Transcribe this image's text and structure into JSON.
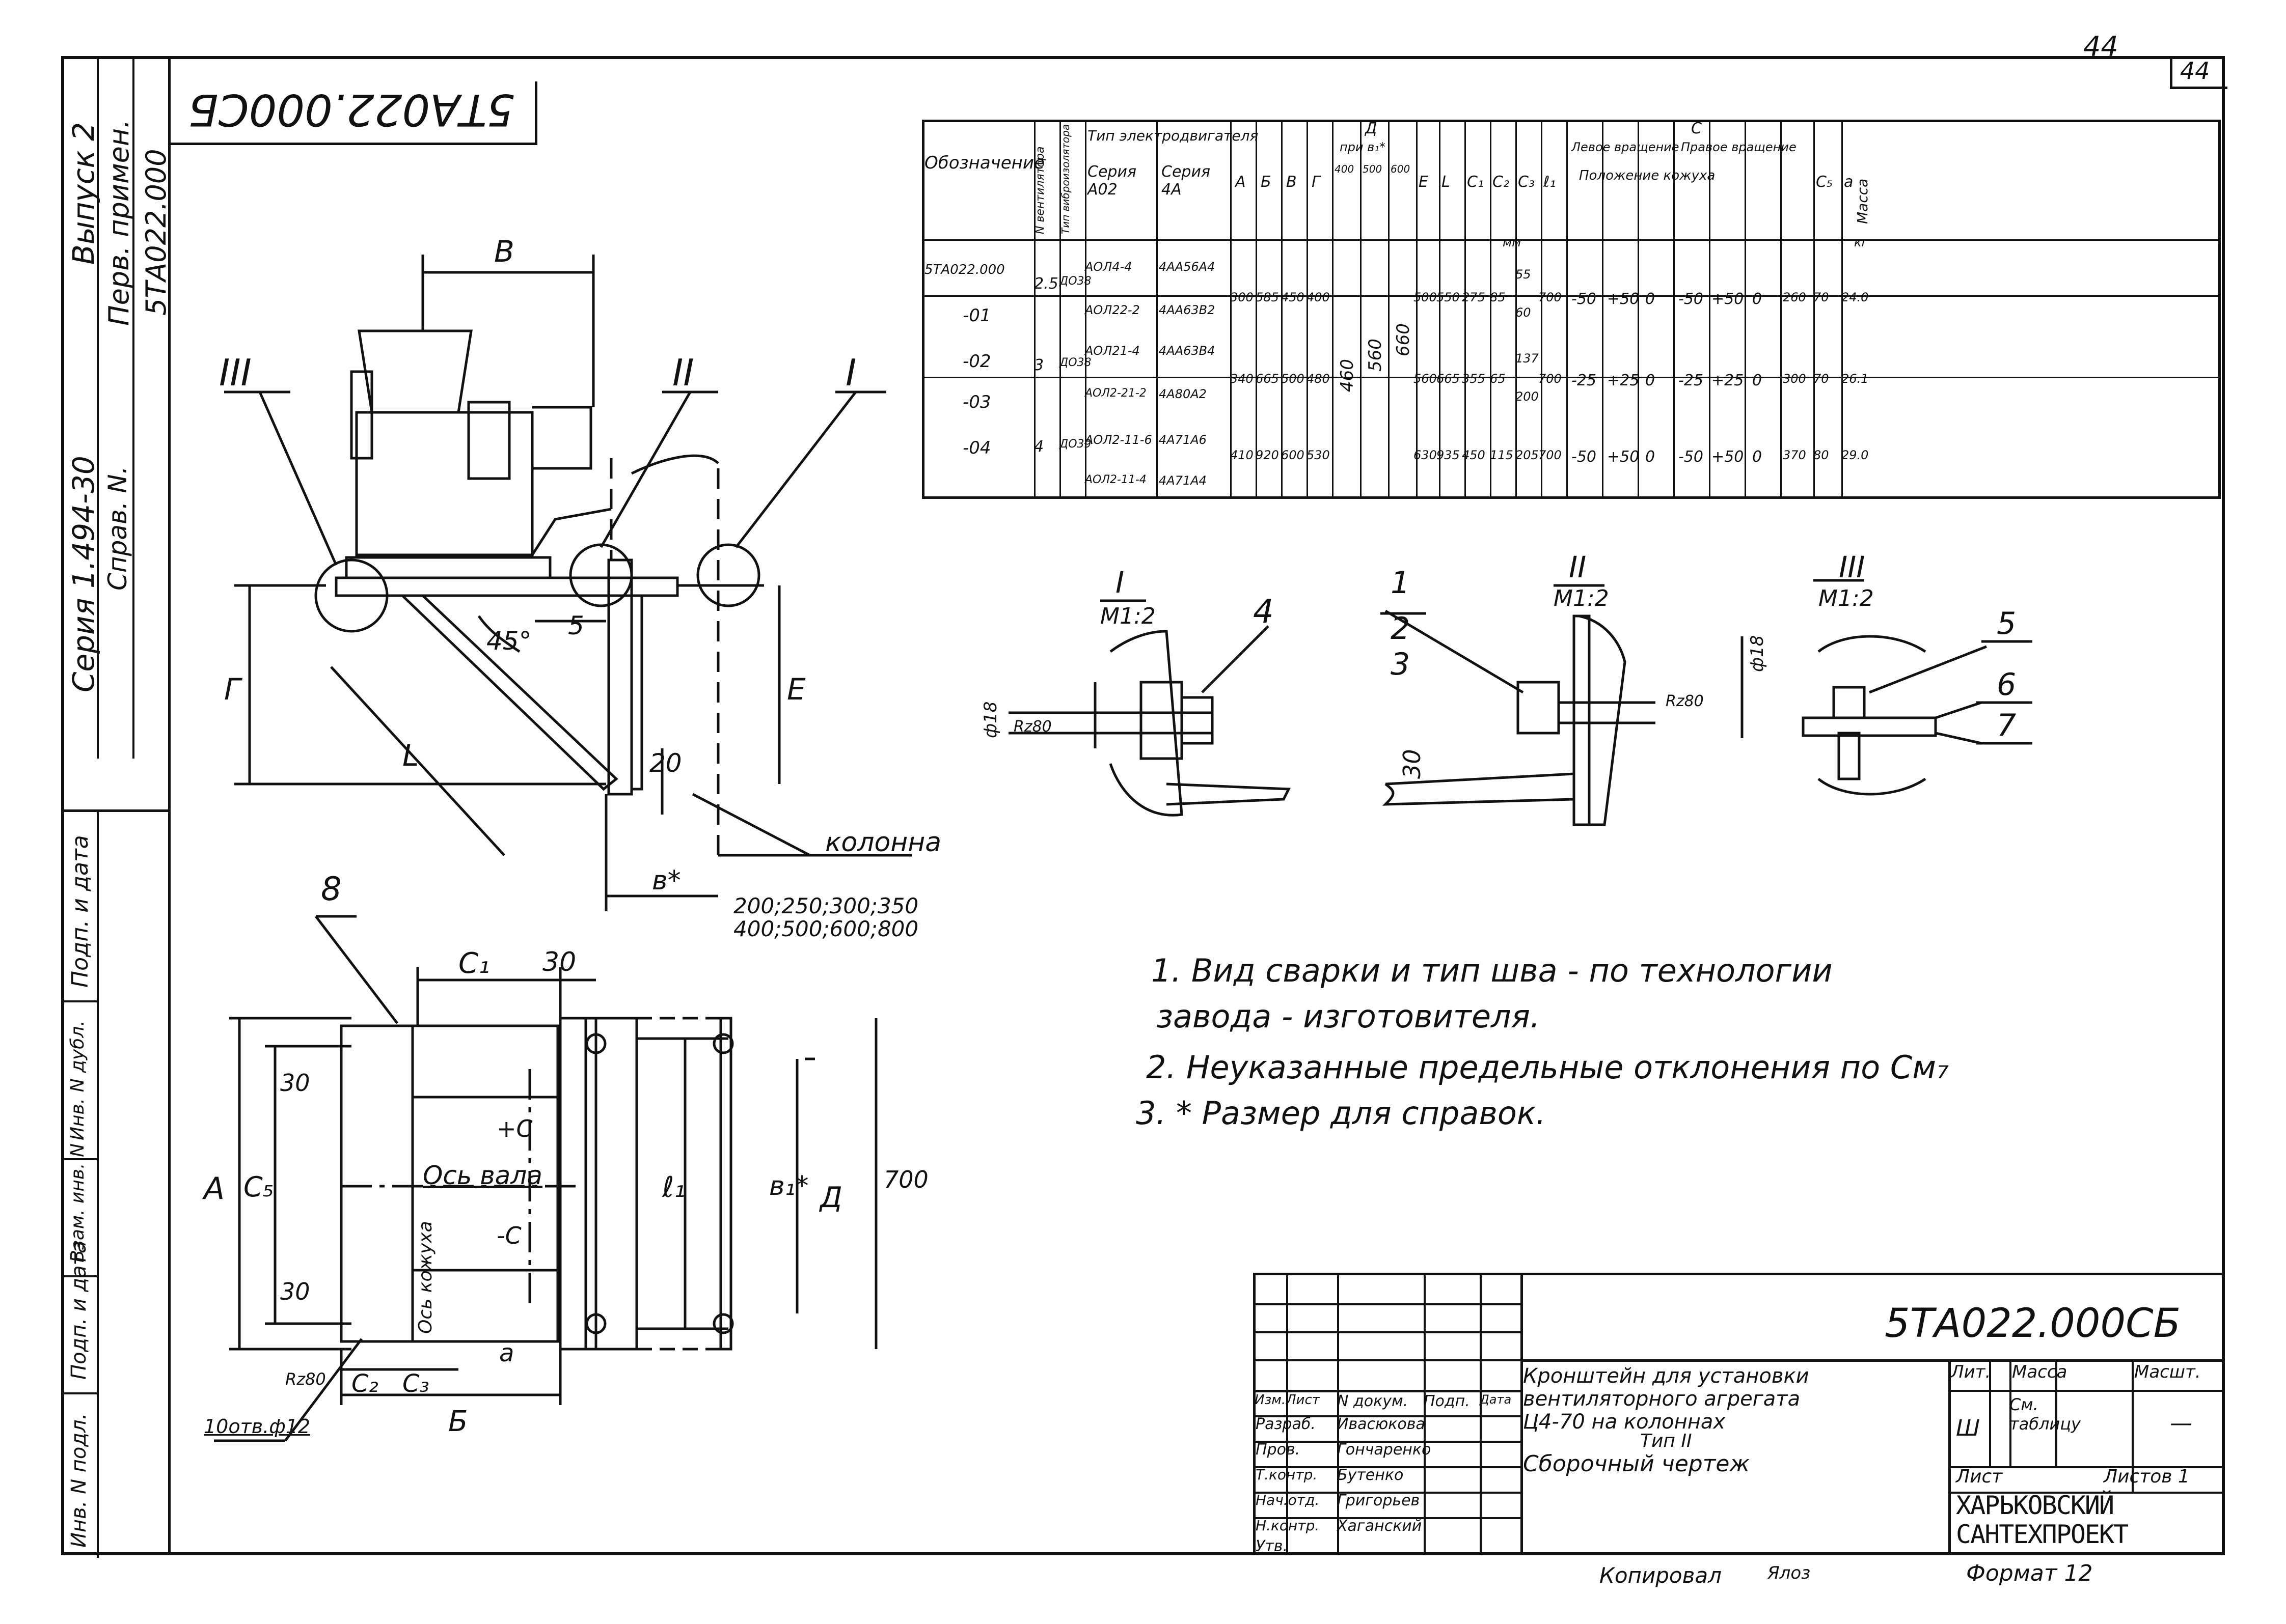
{
  "sheet_number": "44",
  "sheet_number_handwritten": "44",
  "drawing_code": "5ТА022.000СБ",
  "drawing_code_mirrored": "5ТА022.000СБ",
  "side_strip": {
    "release": "Выпуск 2",
    "first_use_label": "Перв. примен.",
    "first_use_value": "5ТА022.000",
    "series": "Серия 1.494-30",
    "ref_label": "Справ. N.",
    "sign_date_1": "Подп. и дата",
    "inv_dubl": "Инв. N дубл.",
    "vzam_inv": "Взам. инв. N",
    "sign_date_2": "Подп. и дата",
    "inv_orig": "Инв. N подл."
  },
  "views": {
    "main": {
      "dim_B": "В",
      "dim_G": "Г",
      "dim_E": "Е",
      "dim_L": "L",
      "angle": "45°",
      "dim_5": "5",
      "dim_20": "20",
      "dim_b": "в*",
      "column_label": "колонна",
      "column_sizes_1": "200;250;300;350",
      "column_sizes_2": "400;500;600;800",
      "callout_III": "III",
      "callout_II": "II",
      "callout_I": "I"
    },
    "plan": {
      "callout_8": "8",
      "dim_C1": "С₁",
      "dim_30_top": "30",
      "dim_A": "А",
      "dim_C5": "С₅",
      "dim_30_a": "30",
      "dim_30_b": "30",
      "axis_label": "Ось вала",
      "axis_casing": "Ось кожуха",
      "dim_plus_c": "+С",
      "dim_minus_c": "-С",
      "dim_l1": "ℓ₁",
      "dim_b1": "в₁*",
      "dim_D": "Д",
      "dim_700": "700",
      "dim_C2": "С₂",
      "dim_C3": "С₃",
      "dim_a": "а",
      "dim_B": "Б",
      "rz": "Rz80",
      "holes": "10отв.ф12"
    },
    "detail_I": {
      "title": "I",
      "scale": "М1:2",
      "callout": "4",
      "dia": "ф18",
      "rz": "Rz80"
    },
    "detail_II": {
      "title": "II",
      "scale": "М1:2",
      "c1": "1",
      "c2": "2",
      "c3": "3",
      "dia": "ф18",
      "rz": "Rz80",
      "dim": "30"
    },
    "detail_III": {
      "title": "III",
      "scale": "М1:2",
      "c5": "5",
      "c6": "6",
      "c7": "7"
    }
  },
  "spec_table": {
    "headers": {
      "designation": "Обозначение",
      "fan": "N вентилятора",
      "isolator": "Тип виброизолятора",
      "motor_type": "Тип электродвигателя",
      "series_a02": "Серия А02",
      "series_4a": "Серия 4А",
      "A": "А",
      "B": "Б",
      "V": "В",
      "G": "Г",
      "D": "Д",
      "D_sub": "при в₁*",
      "D400": "400",
      "D500": "500",
      "D600": "600",
      "E": "Е",
      "L": "L",
      "C1": "С₁",
      "C2": "С₂",
      "C3": "С₃",
      "l1": "ℓ₁",
      "C": "С",
      "left_rot": "Левое вращение",
      "right_rot": "Правое вращение",
      "casing_pos": "Положение кожуха",
      "C5": "С₅",
      "a": "а",
      "mass": "Масса",
      "mm": "мм",
      "kg": "кг"
    },
    "rows": [
      {
        "des": "5ТА022.000",
        "fan": "2.5",
        "iso": "ДО38",
        "a02": "АОЛ4-4",
        "s4a": "4АА56А4",
        "A": "300",
        "B": "585",
        "V": "450",
        "G": "400",
        "E": "500",
        "L": "550",
        "C1": "275",
        "C2": "85",
        "C3": "55",
        "l1": "700",
        "cl1": "-50",
        "cl2": "+50",
        "cl3": "0",
        "cr1": "-50",
        "cr2": "+50",
        "cr3": "0",
        "C5": "260",
        "a": "70",
        "m": "24.0"
      },
      {
        "des": "-01",
        "a02": "АОЛ22-2",
        "s4a": "4АА63В2",
        "C3": "60"
      },
      {
        "des": "-02",
        "fan": "3",
        "iso": "ДО38",
        "a02": "АОЛ21-4",
        "s4a": "4АА63В4",
        "A": "340",
        "B": "665",
        "V": "500",
        "G": "480",
        "E": "560",
        "L": "665",
        "C1": "355",
        "C2": "65",
        "C3": "137",
        "l1": "700",
        "cl1": "-25",
        "cl2": "+25",
        "cl3": "0",
        "cr1": "-25",
        "cr2": "+25",
        "cr3": "0",
        "C5": "300",
        "a": "70",
        "m": "26.1"
      },
      {
        "des": "-03",
        "a02": "АОЛ2-21-2",
        "s4a": "4А80А2",
        "C3": "200"
      },
      {
        "des": "-04",
        "fan": "4",
        "iso": "ДО39",
        "a02": "АОЛ2-11-6",
        "s4a": "4А71А6",
        "A": "410",
        "B": "920",
        "V": "600",
        "G": "530",
        "E": "630",
        "L": "935",
        "C1": "450",
        "C2": "115",
        "C3": "205",
        "l1": "700",
        "cl1": "-50",
        "cl2": "+50",
        "cl3": "0",
        "cr1": "-50",
        "cr2": "+50",
        "cr3": "0",
        "C5": "370",
        "a": "80",
        "m": "29.0"
      },
      {
        "des": "",
        "a02": "АОЛ2-11-4",
        "s4a": "4А71А4"
      }
    ],
    "D_values": {
      "v400": "460",
      "v500": "560",
      "v600": "660"
    }
  },
  "notes": [
    "1. Вид сварки и тип шва - по технологии",
    "завода - изготовителя.",
    "2. Неуказанные предельные отклонения по Cм₇",
    "3. * Размер для справок."
  ],
  "title_block": {
    "code": "5ТА022.000СБ",
    "title_1": "Кронштейн для установки",
    "title_2": "вентиляторного агрегата",
    "title_3": "Ц4-70 на колоннах",
    "title_4": "Тип II",
    "title_5": "Сборочный чертеж",
    "lit_label": "Лит.",
    "mass_label": "Масса",
    "scale_label": "Масшт.",
    "lit_value": "Ш",
    "mass_value": "См. таблицу",
    "scale_value": "—",
    "sheet_label": "Лист",
    "sheets_label": "Листов 1",
    "org_1": "ХАРЬКОВСКИЙ",
    "org_2": "САНТЕХПРОЕКТ",
    "col_izm": "Изм.",
    "col_list": "Лист",
    "col_doc": "N докум.",
    "col_sign": "Подп.",
    "col_date": "Дата",
    "roles": [
      {
        "role": "Разраб.",
        "name": "Ивасюкова"
      },
      {
        "role": "Пров.",
        "name": "Гончаренко"
      },
      {
        "role": "Т.контр.",
        "name": "Бутенко"
      },
      {
        "role": "Нач.отд.",
        "name": "Григорьев"
      },
      {
        "role": "Н.контр.",
        "name": "Хаганский"
      },
      {
        "role": "Утв.",
        "name": ""
      }
    ]
  },
  "copied": "Копировал",
  "copied_by": "Ялоз",
  "format": "Формат 12"
}
